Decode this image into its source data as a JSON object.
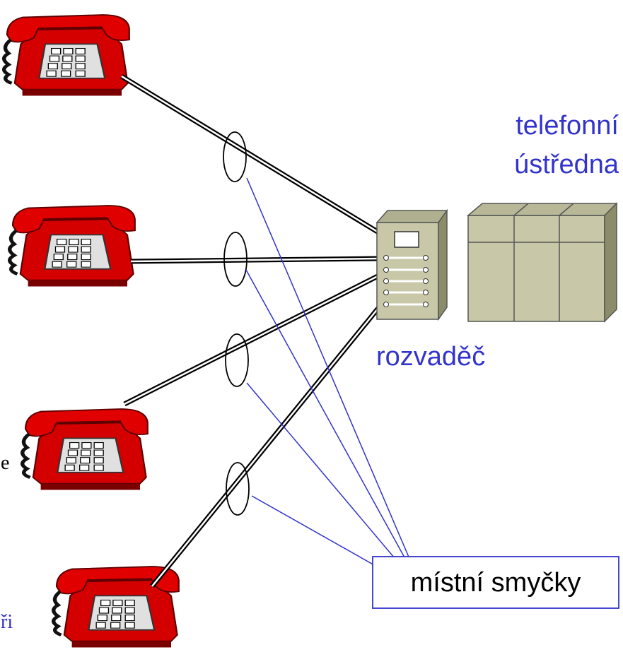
{
  "labels": {
    "exchange_line1": "telefonní",
    "exchange_line2": "ústředna",
    "distribution_frame": "rozvaděč",
    "local_loops": "místní smyčky",
    "clipped_left_e": "e",
    "clipped_left_ri": "ři"
  },
  "colors": {
    "label_blue": "#3333cc",
    "pointer_line": "#3333cc",
    "phone_red": "#d40000",
    "phone_dark": "#7a0000",
    "cabinet_fill": "#c8c8a8",
    "cabinet_shadow": "#8c8c6a"
  },
  "icons": {
    "phone": "telephone-icon",
    "distribution_frame": "distribution-frame-icon",
    "exchange": "telephone-exchange-icon"
  }
}
